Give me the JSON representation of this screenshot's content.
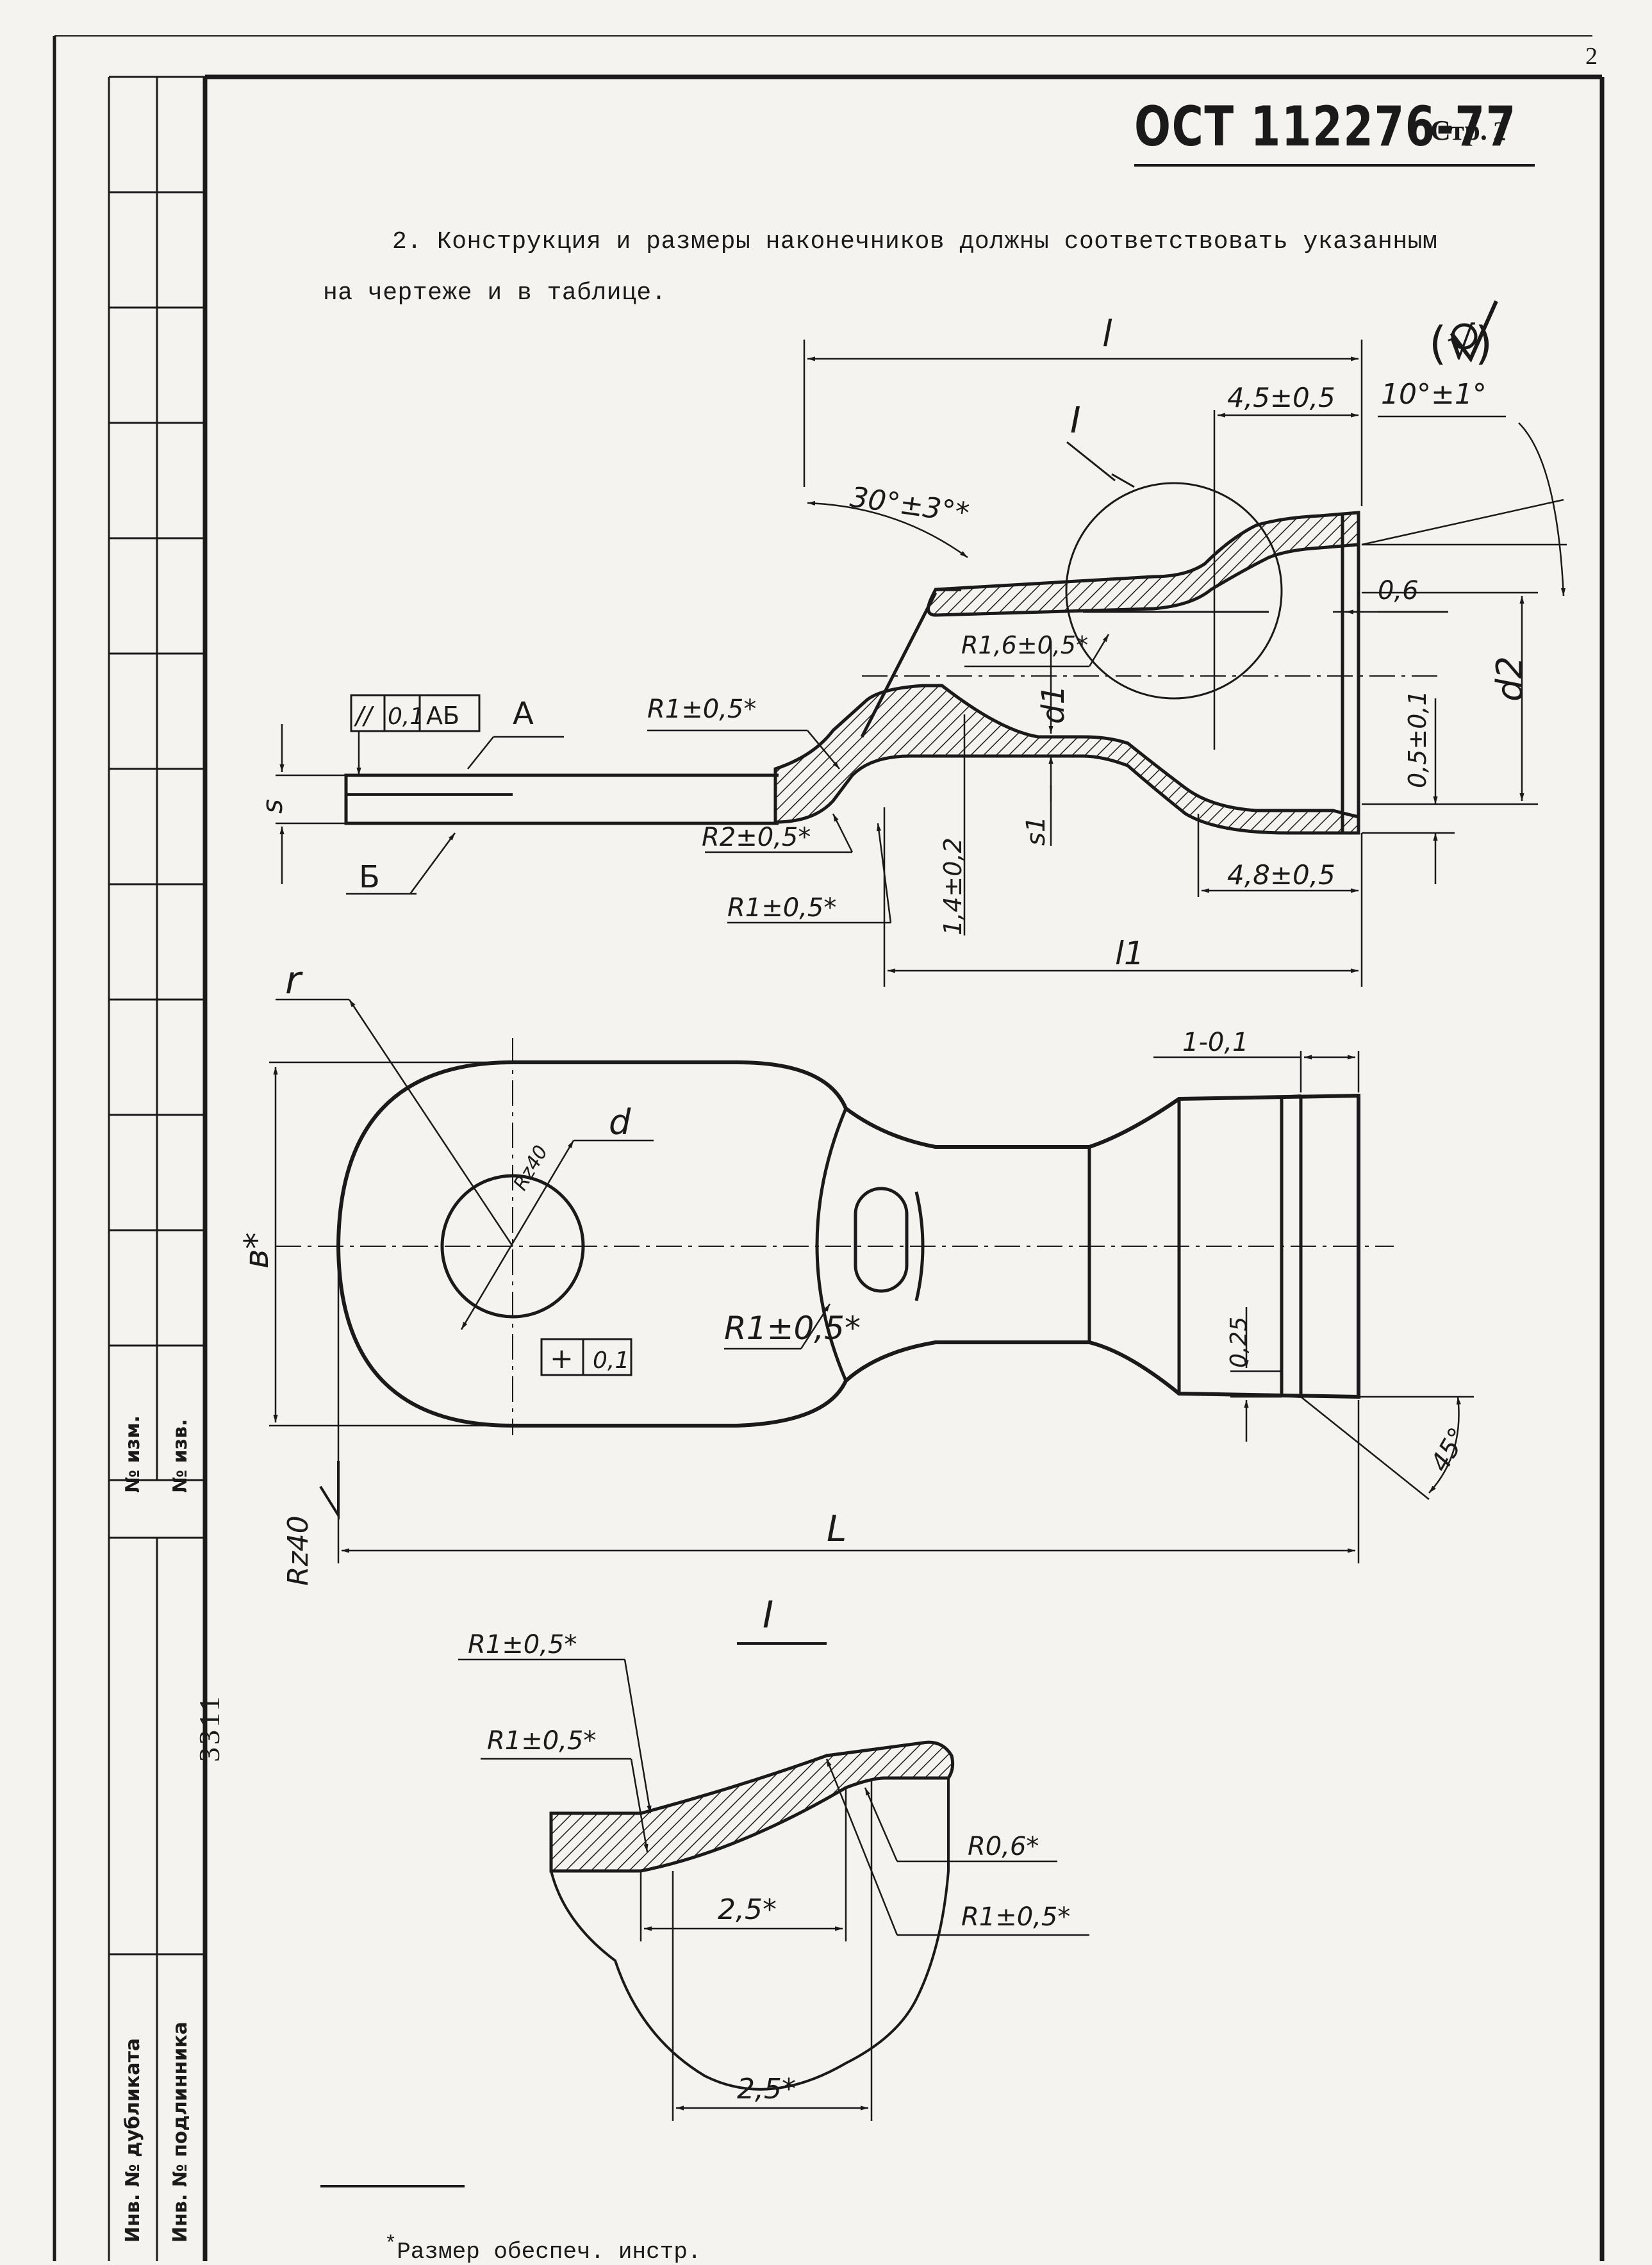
{
  "header": {
    "doc_number": "ОСТ 112276-77",
    "page_label": "Стр.",
    "page_number": "2",
    "corner_number": "2"
  },
  "text": {
    "paragraph_line1": "2. Конструкция и размеры наконечников должны соответствовать указанным",
    "paragraph_line2": "на чертеже и в таблице."
  },
  "side_stamp": {
    "izm": "№ изм.",
    "izv": "№ изв.",
    "inv_dubl": "Инв. № дубликата",
    "inv_podl": "Инв. № подлинника",
    "number": "3311"
  },
  "dimensions": {
    "roughness": "(√)",
    "l": "l",
    "l1": "l1",
    "L": "L",
    "d": "d",
    "d1": "d1",
    "d2": "d2",
    "s": "s",
    "s1": "s1",
    "r": "r",
    "r1": "R1±0,5*",
    "b": "в*",
    "a": "А",
    "b_base": "Б",
    "tol_parallel": "//",
    "tol_parallel_val": "0,1",
    "tol_parallel_base": "АБ",
    "tol_pos": "+",
    "tol_pos_val": "0,1",
    "len_45": "4,5±0,5",
    "len_48": "4,8±0,5",
    "angle_10": "10°±1°",
    "angle_30": "30°±3°*",
    "wall_06": "0,6",
    "wall_05": "0,5±0,1",
    "r16": "R1,6±0,5*",
    "r2": "R2±0,5*",
    "r1b": "R1±0,5*",
    "d14": "1,4±0,2",
    "len_1": "1-0,1",
    "len_025": "0,25",
    "angle_45": "45°",
    "rz40": "Rz40",
    "rz40_hole": "Rz40",
    "detail_mark": "I",
    "detail_title": "I",
    "detail_r1a": "R1±0,5*",
    "detail_r1b": "R1±0,5*",
    "detail_r06": "R0,6*",
    "detail_r1c": "R1±0,5*",
    "detail_25a": "2,5*",
    "detail_25b": "2,5*"
  },
  "footnote": {
    "mark": "*",
    "text": "Размер обеспеч. инстр."
  }
}
